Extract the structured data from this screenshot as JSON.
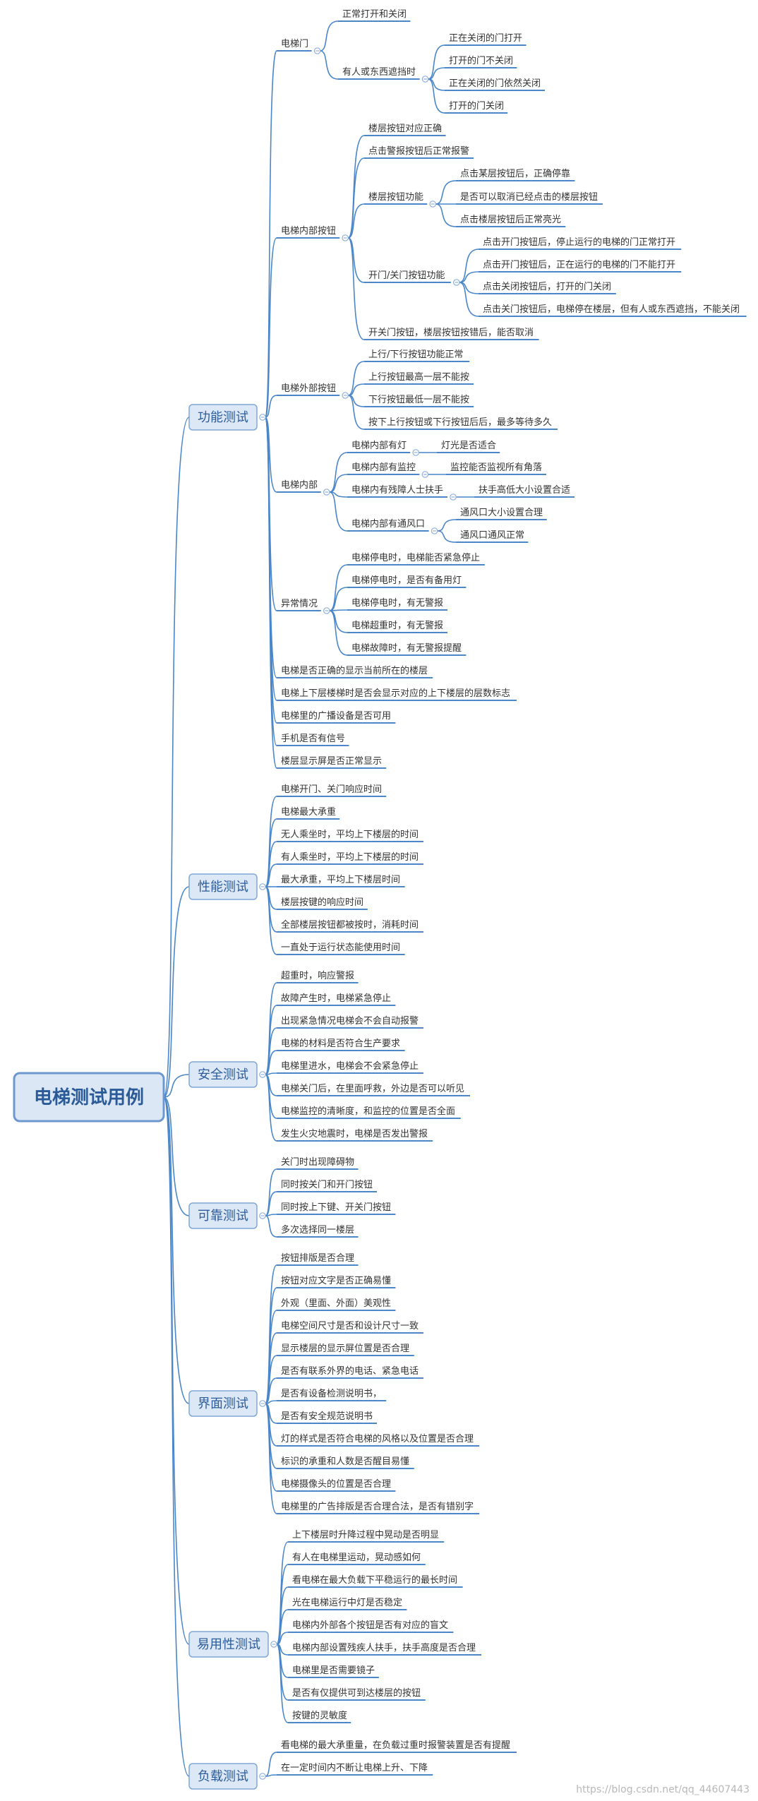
{
  "root": {
    "title": "电梯测试用例"
  },
  "branches": [
    {
      "id": "func",
      "label": "功能测试",
      "children": [
        {
          "id": "f1",
          "label": "电梯门",
          "children": [
            {
              "id": "f1a",
              "label": "正常打开和关闭"
            },
            {
              "id": "f1b",
              "label": "有人或东西遮挡时",
              "children": [
                {
                  "id": "f1b1",
                  "label": "正在关闭的门打开"
                },
                {
                  "id": "f1b2",
                  "label": "打开的门不关闭"
                },
                {
                  "id": "f1b3",
                  "label": "正在关闭的门依然关闭"
                },
                {
                  "id": "f1b4",
                  "label": "打开的门关闭"
                }
              ]
            }
          ]
        },
        {
          "id": "f2",
          "label": "电梯内部按钮",
          "children": [
            {
              "id": "f2a",
              "label": "楼层按钮对应正确"
            },
            {
              "id": "f2b",
              "label": "点击警报按钮后正常报警"
            },
            {
              "id": "f2c",
              "label": "楼层按钮功能",
              "children": [
                {
                  "id": "f2c1",
                  "label": "点击某层按钮后，正确停靠"
                },
                {
                  "id": "f2c2",
                  "label": "是否可以取消已经点击的楼层按钮"
                },
                {
                  "id": "f2c3",
                  "label": "点击楼层按钮后正常亮光"
                }
              ]
            },
            {
              "id": "f2d",
              "label": "开门/关门按钮功能",
              "children": [
                {
                  "id": "f2d1",
                  "label": "点击开门按钮后，停止运行的电梯的门正常打开"
                },
                {
                  "id": "f2d2",
                  "label": "点击开门按钮后，正在运行的电梯的门不能打开"
                },
                {
                  "id": "f2d3",
                  "label": "点击关闭按钮后，打开的门关闭"
                },
                {
                  "id": "f2d4",
                  "label": "点击关门按钮后，电梯停在楼层，但有人或东西遮挡，不能关闭"
                }
              ]
            },
            {
              "id": "f2e",
              "label": "开关门按钮，楼层按钮按错后，能否取消"
            }
          ]
        },
        {
          "id": "f3",
          "label": "电梯外部按钮",
          "children": [
            {
              "id": "f3a",
              "label": "上行/下行按钮功能正常"
            },
            {
              "id": "f3b",
              "label": "上行按钮最高一层不能按"
            },
            {
              "id": "f3c",
              "label": "下行按钮最低一层不能按"
            },
            {
              "id": "f3d",
              "label": "按下上行按钮或下行按钮后后，最多等待多久"
            }
          ]
        },
        {
          "id": "f4",
          "label": "电梯内部",
          "children": [
            {
              "id": "f4a",
              "label": "电梯内部有灯",
              "children": [
                {
                  "id": "f4a1",
                  "label": "灯光是否适合"
                }
              ]
            },
            {
              "id": "f4b",
              "label": "电梯内部有监控",
              "children": [
                {
                  "id": "f4b1",
                  "label": "监控能否监视所有角落"
                }
              ]
            },
            {
              "id": "f4c",
              "label": "电梯内有残障人士扶手",
              "children": [
                {
                  "id": "f4c1",
                  "label": "扶手高低大小设置合适"
                }
              ]
            },
            {
              "id": "f4d",
              "label": "电梯内部有通风口",
              "children": [
                {
                  "id": "f4d1",
                  "label": "通风口大小设置合理"
                },
                {
                  "id": "f4d2",
                  "label": "通风口通风正常"
                }
              ]
            }
          ]
        },
        {
          "id": "f5",
          "label": "异常情况",
          "children": [
            {
              "id": "f5a",
              "label": "电梯停电时，电梯能否紧急停止"
            },
            {
              "id": "f5b",
              "label": "电梯停电时，是否有备用灯"
            },
            {
              "id": "f5c",
              "label": "电梯停电时，有无警报"
            },
            {
              "id": "f5d",
              "label": "电梯超重时，有无警报"
            },
            {
              "id": "f5e",
              "label": "电梯故障时，有无警报提醒"
            }
          ]
        },
        {
          "id": "f6",
          "label": "电梯是否正确的显示当前所在的楼层"
        },
        {
          "id": "f7",
          "label": "电梯上下层楼梯时是否会显示对应的上下楼层的层数标志"
        },
        {
          "id": "f8",
          "label": "电梯里的广播设备是否可用"
        },
        {
          "id": "f9",
          "label": "手机是否有信号"
        },
        {
          "id": "f10",
          "label": "楼层显示屏是否正常显示"
        }
      ]
    },
    {
      "id": "perf",
      "label": "性能测试",
      "children": [
        {
          "id": "p1",
          "label": "电梯开门、关门响应时间"
        },
        {
          "id": "p2",
          "label": "电梯最大承重"
        },
        {
          "id": "p3",
          "label": "无人乘坐时，平均上下楼层的时间"
        },
        {
          "id": "p4",
          "label": "有人乘坐时，平均上下楼层的时间"
        },
        {
          "id": "p5",
          "label": "最大承重，平均上下楼层时间"
        },
        {
          "id": "p6",
          "label": "楼层按键的响应时间"
        },
        {
          "id": "p7",
          "label": "全部楼层按钮都被按时，消耗时间"
        },
        {
          "id": "p8",
          "label": "一直处于运行状态能使用时间"
        }
      ]
    },
    {
      "id": "safe",
      "label": "安全测试",
      "children": [
        {
          "id": "s1",
          "label": "超重时，响应警报"
        },
        {
          "id": "s2",
          "label": "故障产生时，电梯紧急停止"
        },
        {
          "id": "s3",
          "label": "出现紧急情况电梯会不会自动报警"
        },
        {
          "id": "s4",
          "label": "电梯的材料是否符合生产要求"
        },
        {
          "id": "s5",
          "label": "电梯里进水，电梯会不会紧急停止"
        },
        {
          "id": "s6",
          "label": "电梯关门后，在里面呼救，外边是否可以听见"
        },
        {
          "id": "s7",
          "label": "电梯监控的清晰度，和监控的位置是否全面"
        },
        {
          "id": "s8",
          "label": "发生火灾地震时，电梯是否发出警报"
        }
      ]
    },
    {
      "id": "rel",
      "label": "可靠测试",
      "children": [
        {
          "id": "r1",
          "label": "关门时出现障碍物"
        },
        {
          "id": "r2",
          "label": "同时按关门和开门按钮"
        },
        {
          "id": "r3",
          "label": "同时按上下键、开关门按钮"
        },
        {
          "id": "r4",
          "label": "多次选择同一楼层"
        }
      ]
    },
    {
      "id": "ui",
      "label": "界面测试",
      "children": [
        {
          "id": "u1",
          "label": "按钮排版是否合理"
        },
        {
          "id": "u2",
          "label": "按钮对应文字是否正确易懂"
        },
        {
          "id": "u3",
          "label": "外观（里面、外面）美观性"
        },
        {
          "id": "u4",
          "label": "电梯空间尺寸是否和设计尺寸一致"
        },
        {
          "id": "u5",
          "label": "显示楼层的显示屏位置是否合理"
        },
        {
          "id": "u6",
          "label": "是否有联系外界的电话、紧急电话"
        },
        {
          "id": "u7",
          "label": "是否有设备检测说明书，"
        },
        {
          "id": "u8",
          "label": "是否有安全规范说明书"
        },
        {
          "id": "u9",
          "label": "灯的样式是否符合电梯的风格以及位置是否合理"
        },
        {
          "id": "u10",
          "label": "标识的承重和人数是否醒目易懂"
        },
        {
          "id": "u11",
          "label": "电梯摄像头的位置是否合理"
        },
        {
          "id": "u12",
          "label": "电梯里的广告排版是否合理合法，是否有错别字"
        }
      ]
    },
    {
      "id": "use",
      "label": "易用性测试",
      "children": [
        {
          "id": "e1",
          "label": "上下楼层时升降过程中晃动是否明显"
        },
        {
          "id": "e2",
          "label": "有人在电梯里运动，晃动感如何"
        },
        {
          "id": "e3",
          "label": "看电梯在最大负载下平稳运行的最长时间"
        },
        {
          "id": "e4",
          "label": "光在电梯运行中灯是否稳定"
        },
        {
          "id": "e5",
          "label": "电梯内外部各个按钮是否有对应的盲文"
        },
        {
          "id": "e6",
          "label": "电梯内部设置残疾人扶手，扶手高度是否合理"
        },
        {
          "id": "e7",
          "label": "电梯里是否需要镜子"
        },
        {
          "id": "e8",
          "label": "是否有仅提供可到达楼层的按钮"
        },
        {
          "id": "e9",
          "label": "按键的灵敏度"
        }
      ]
    },
    {
      "id": "load",
      "label": "负载测试",
      "children": [
        {
          "id": "l1",
          "label": "看电梯的最大承重量，在负载过重时报警装置是否有提醒"
        },
        {
          "id": "l2",
          "label": "在一定时间内不断让电梯上升、下降"
        }
      ]
    }
  ],
  "watermark": "https://blog.csdn.net/qq_44607443"
}
